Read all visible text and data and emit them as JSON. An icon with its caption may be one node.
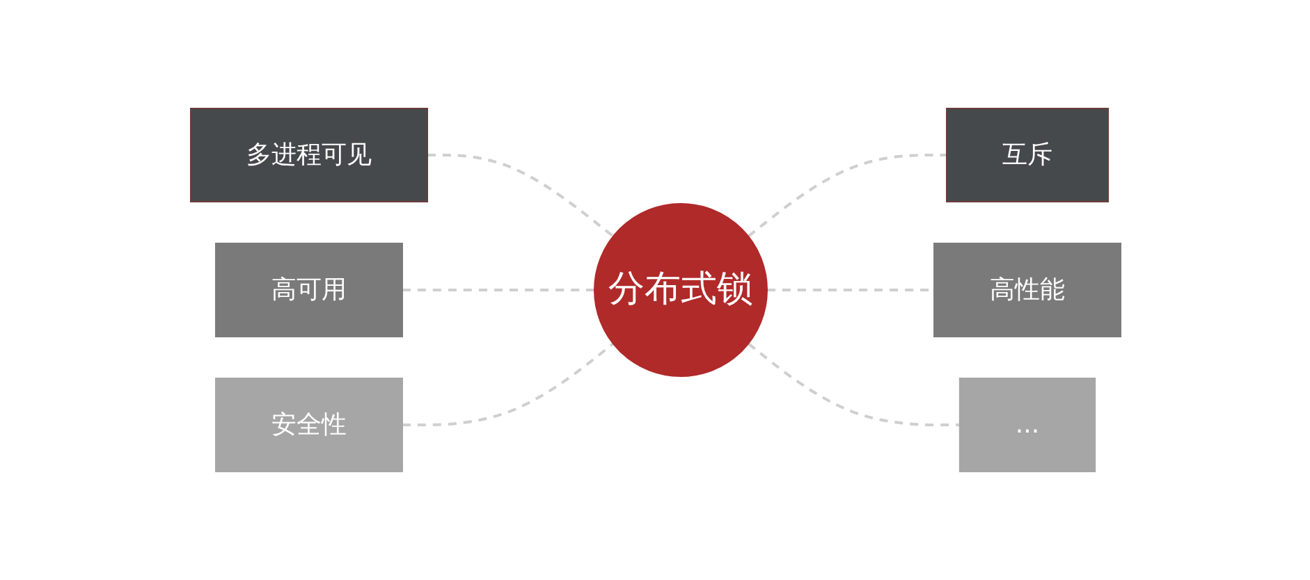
{
  "diagram": {
    "nodes": [
      {
        "text": [
          "分布式锁"
        ]
      },
      {
        "text": [
          "多进程可见"
        ]
      },
      {
        "text": [
          "互斥"
        ]
      },
      {
        "text": [
          "高可用"
        ]
      },
      {
        "text": [
          "高性能"
        ]
      },
      {
        "text": [
          "安全性"
        ]
      },
      {
        "text": [
          "..."
        ]
      }
    ],
    "edges": [
      {
        "from": 1,
        "to": 0,
        "arrow": "none",
        "style": "dashed"
      },
      {
        "from": 0,
        "to": 2,
        "arrow": "none",
        "style": "dashed"
      },
      {
        "from": 3,
        "to": 0,
        "arrow": "none",
        "style": "dashed"
      },
      {
        "from": 0,
        "to": 4,
        "arrow": "none",
        "style": "dashed"
      },
      {
        "from": 5,
        "to": 0,
        "arrow": "none",
        "style": "dashed"
      },
      {
        "from": 0,
        "to": 6,
        "arrow": "none",
        "style": "dashed"
      }
    ]
  }
}
